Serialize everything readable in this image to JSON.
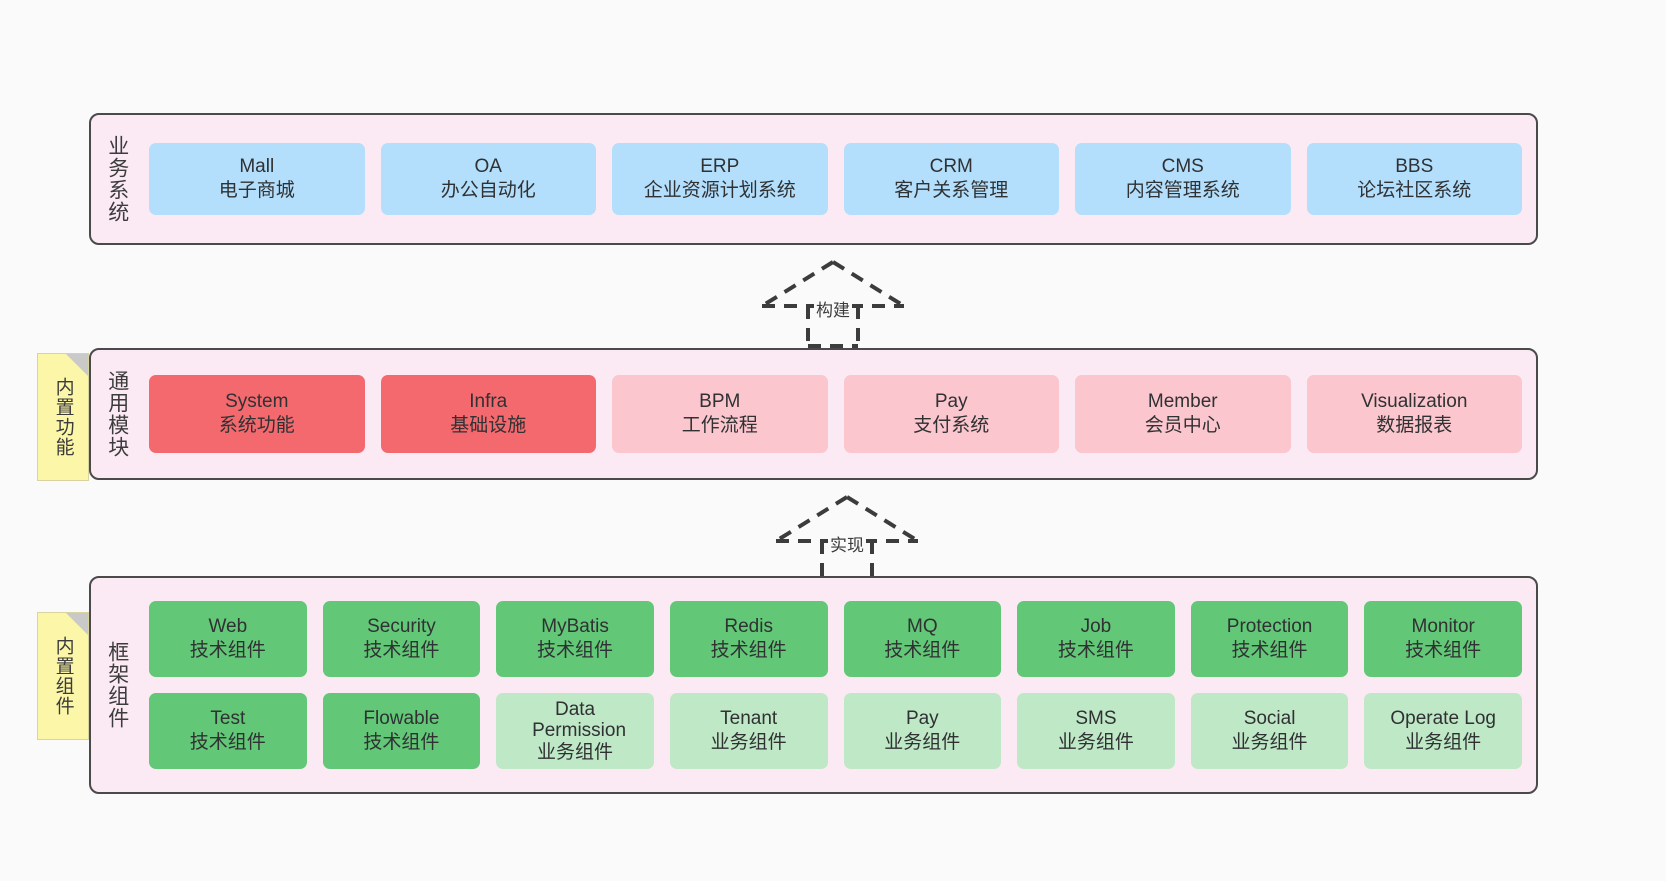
{
  "diagram": {
    "title": "",
    "background": "#fafafa",
    "layers": [
      {
        "id": "business",
        "title": "业务系统",
        "note": null,
        "rows": [
          {
            "nodes": [
              {
                "en": "Mall",
                "cn": "电子商城",
                "color": "#b3dffc",
                "style": "blue"
              },
              {
                "en": "OA",
                "cn": "办公自动化",
                "color": "#b3dffc",
                "style": "blue"
              },
              {
                "en": "ERP",
                "cn": "企业资源计划系统",
                "color": "#b3dffc",
                "style": "blue"
              },
              {
                "en": "CRM",
                "cn": "客户关系管理",
                "color": "#b3dffc",
                "style": "blue"
              },
              {
                "en": "CMS",
                "cn": "内容管理系统",
                "color": "#b3dffc",
                "style": "blue"
              },
              {
                "en": "BBS",
                "cn": "论坛社区系统",
                "color": "#b3dffc",
                "style": "blue"
              }
            ]
          }
        ]
      },
      {
        "id": "common-module",
        "title": "通用模块",
        "note": "内置功能",
        "rows": [
          {
            "nodes": [
              {
                "en": "System",
                "cn": "系统功能",
                "color": "#f3696e",
                "style": "red"
              },
              {
                "en": "Infra",
                "cn": "基础设施",
                "color": "#f3696e",
                "style": "red"
              },
              {
                "en": "BPM",
                "cn": "工作流程",
                "color": "#fbc6cd",
                "style": "pink"
              },
              {
                "en": "Pay",
                "cn": "支付系统",
                "color": "#fbc6cd",
                "style": "pink"
              },
              {
                "en": "Member",
                "cn": "会员中心",
                "color": "#fbc6cd",
                "style": "pink"
              },
              {
                "en": "Visualization",
                "cn": "数据报表",
                "color": "#fbc6cd",
                "style": "pink"
              }
            ]
          }
        ]
      },
      {
        "id": "framework-component",
        "title": "框架组件",
        "note": "内置组件",
        "rows": [
          {
            "nodes": [
              {
                "en": "Web",
                "cn": "技术组件",
                "color": "#62c776",
                "style": "green-dark"
              },
              {
                "en": "Security",
                "cn": "技术组件",
                "color": "#62c776",
                "style": "green-dark"
              },
              {
                "en": "MyBatis",
                "cn": "技术组件",
                "color": "#62c776",
                "style": "green-dark"
              },
              {
                "en": "Redis",
                "cn": "技术组件",
                "color": "#62c776",
                "style": "green-dark"
              },
              {
                "en": "MQ",
                "cn": "技术组件",
                "color": "#62c776",
                "style": "green-dark"
              },
              {
                "en": "Job",
                "cn": "技术组件",
                "color": "#62c776",
                "style": "green-dark"
              },
              {
                "en": "Protection",
                "cn": "技术组件",
                "color": "#62c776",
                "style": "green-dark"
              },
              {
                "en": "Monitor",
                "cn": "技术组件",
                "color": "#62c776",
                "style": "green-dark"
              }
            ]
          },
          {
            "nodes": [
              {
                "en": "Test",
                "cn": "技术组件",
                "color": "#62c776",
                "style": "green-dark"
              },
              {
                "en": "Flowable",
                "cn": "技术组件",
                "color": "#62c776",
                "style": "green-dark"
              },
              {
                "en": "Data Permission",
                "cn": "业务组件",
                "color": "#bfe8c6",
                "style": "green-light"
              },
              {
                "en": "Tenant",
                "cn": "业务组件",
                "color": "#bfe8c6",
                "style": "green-light"
              },
              {
                "en": "Pay",
                "cn": "业务组件",
                "color": "#bfe8c6",
                "style": "green-light"
              },
              {
                "en": "SMS",
                "cn": "业务组件",
                "color": "#bfe8c6",
                "style": "green-light"
              },
              {
                "en": "Social",
                "cn": "业务组件",
                "color": "#bfe8c6",
                "style": "green-light"
              },
              {
                "en": "Operate Log",
                "cn": "业务组件",
                "color": "#bfe8c6",
                "style": "green-light"
              }
            ]
          }
        ]
      }
    ],
    "connectors": [
      {
        "id": "build",
        "label": "构建",
        "from": "common-module",
        "to": "business",
        "style": "dashed-hollow-arrow"
      },
      {
        "id": "implement",
        "label": "实现",
        "from": "framework-component",
        "to": "common-module",
        "style": "dashed-hollow-arrow"
      }
    ]
  }
}
